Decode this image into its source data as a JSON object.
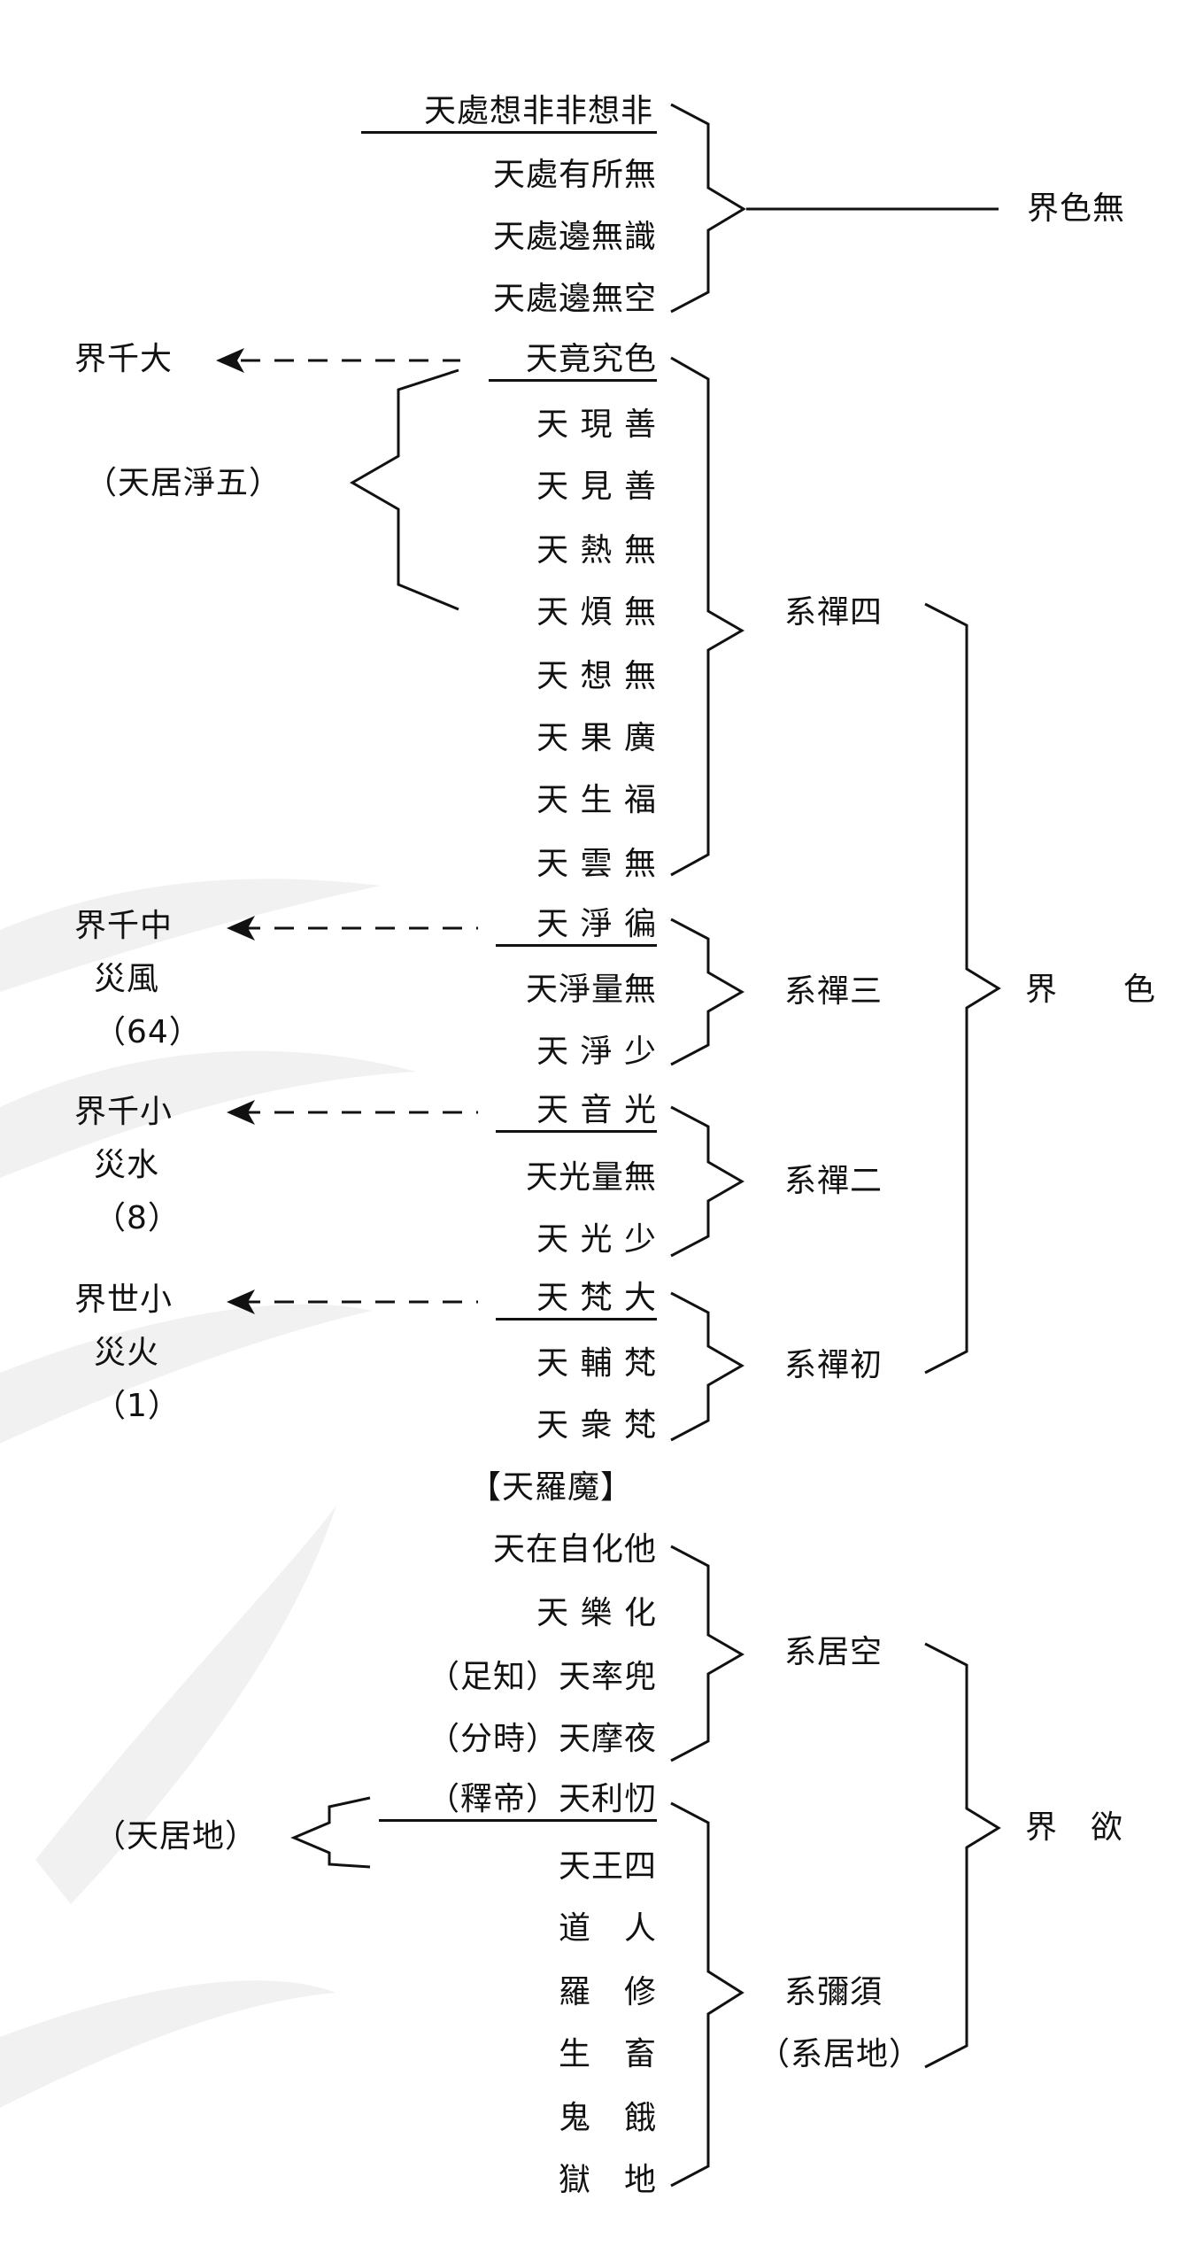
{
  "heavens": [
    "天處想非非想非",
    "天處有所無",
    "天處邊無識",
    "天處邊無空",
    "天竟究色",
    "天 現 善",
    "天 見 善",
    "天 熱 無",
    "天 煩 無",
    "天 想 無",
    "天 果 廣",
    "天 生 福",
    "天 雲 無",
    "天 淨 徧",
    "天淨量無",
    "天 淨 少",
    "天 音 光",
    "天光量無",
    "天 光 少",
    "天 梵 大",
    "天 輔 梵",
    "天 衆 梵",
    "天在自化他",
    "天 樂 化",
    "（足知）天率兜",
    "（分時）天摩夜",
    "（釋帝）天利忉",
    "天王四",
    "道　人",
    "羅　修",
    "生　畜",
    "鬼　餓",
    "獄　地"
  ],
  "mara_label": "【天羅魔】",
  "groups": {
    "wuse": "界色無",
    "sichan": "系禪四",
    "sanchan": "系禪三",
    "erchan": "系禪二",
    "chuchan": "系禪初",
    "se": "界　　色",
    "kongju": "系居空",
    "xumi": "系彌須",
    "diju_sub": "（系居地）",
    "yu": "界　欲"
  },
  "left": {
    "daqian": "界千大",
    "wujingju": "（天居淨五）",
    "zhongqian": "界千中",
    "fengzai": "災風",
    "num64": "（64）",
    "xiaoqian": "界千小",
    "shuizai": "災水",
    "num8": "（8）",
    "xiaoshi": "界世小",
    "huozai": "災火",
    "num1": "（1）",
    "diju": "（天居地）"
  }
}
